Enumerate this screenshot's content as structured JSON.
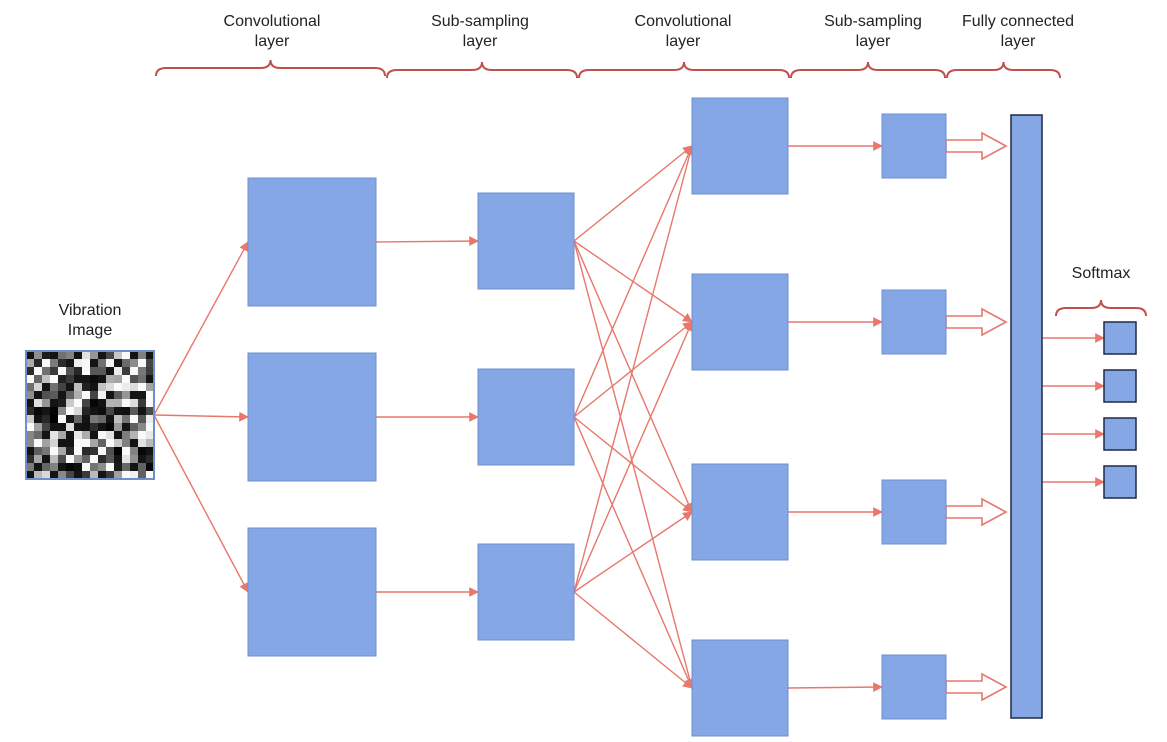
{
  "colors": {
    "node_fill": "#86a7e6",
    "node_stroke": "#6f8fcc",
    "edge": "#e8776c",
    "brace": "#c0504d",
    "fc_stroke": "#1f2a44",
    "text": "#222222"
  },
  "input": {
    "label_line1": "Vibration",
    "label_line2": "Image"
  },
  "stages": [
    {
      "line1": "Convolutional",
      "line2": "layer"
    },
    {
      "line1": "Sub-sampling",
      "line2": "layer"
    },
    {
      "line1": "Convolutional",
      "line2": "layer"
    },
    {
      "line1": "Sub-sampling",
      "line2": "layer"
    },
    {
      "line1": "Fully connected",
      "line2": "layer"
    }
  ],
  "softmax": {
    "label": "Softmax"
  },
  "node_counts": {
    "conv1": 3,
    "pool1": 3,
    "conv2": 4,
    "pool2": 4,
    "softmax": 4
  }
}
